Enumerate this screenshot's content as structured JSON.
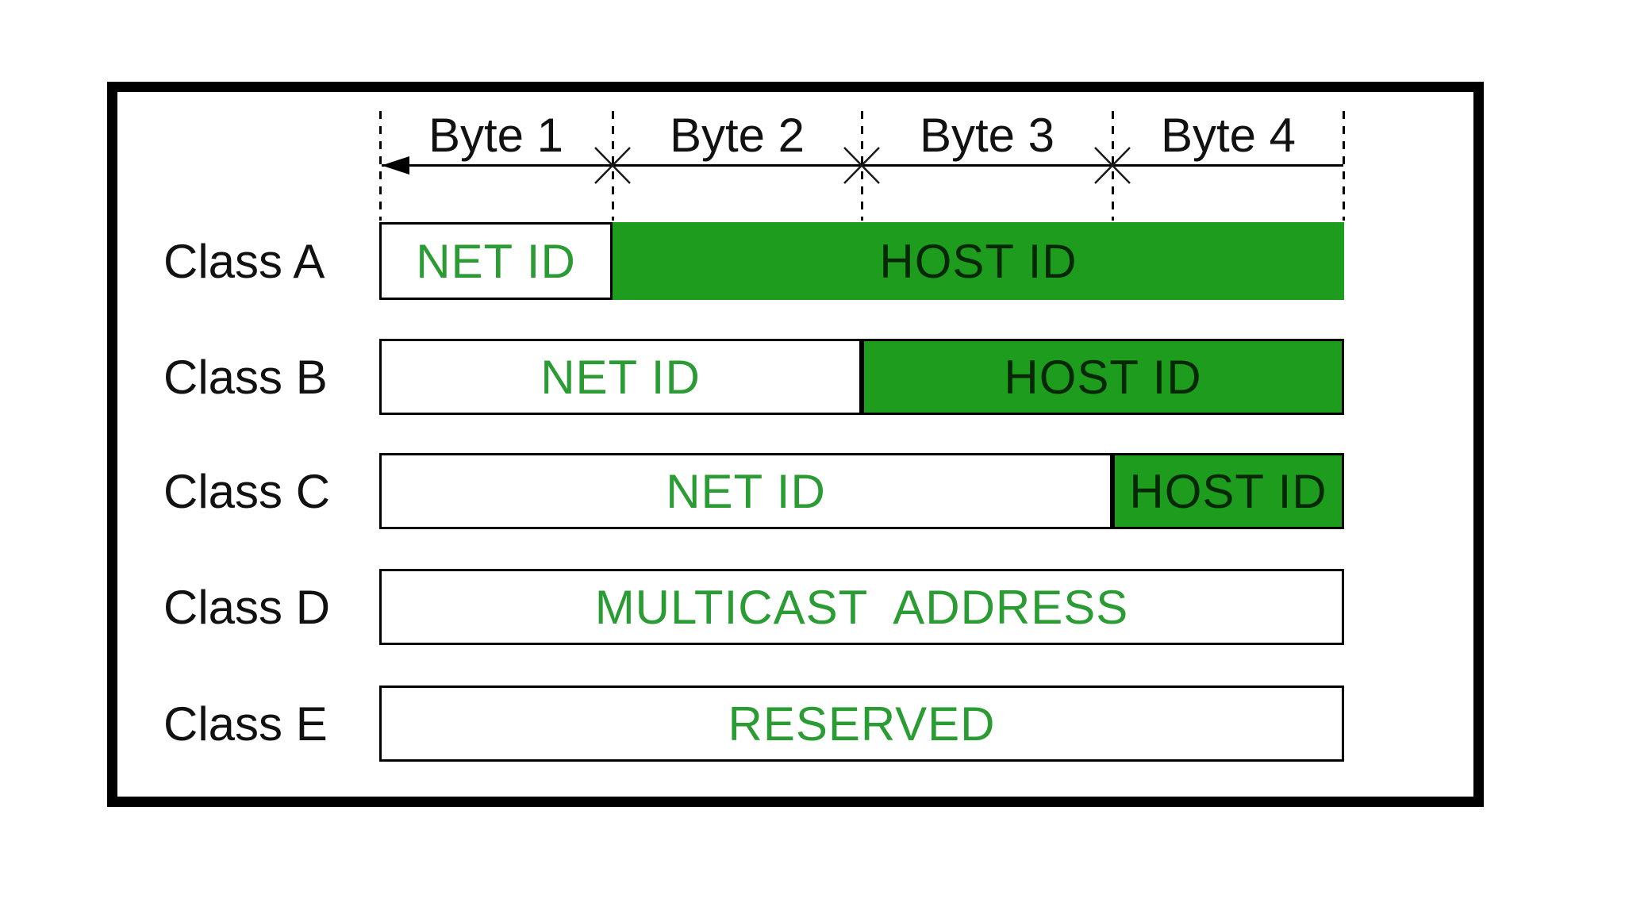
{
  "diagram": {
    "byte_scale": {
      "labels": [
        "Byte 1",
        "Byte 2",
        "Byte 3",
        "Byte 4"
      ]
    },
    "rows": [
      {
        "label": "Class A",
        "segments": [
          {
            "text": "NET ID",
            "role": "net"
          },
          {
            "text": "HOST ID",
            "role": "host"
          }
        ]
      },
      {
        "label": "Class B",
        "segments": [
          {
            "text": "NET ID",
            "role": "net"
          },
          {
            "text": "HOST ID",
            "role": "host"
          }
        ]
      },
      {
        "label": "Class C",
        "segments": [
          {
            "text": "NET ID",
            "role": "net"
          },
          {
            "text": "HOST ID",
            "role": "host"
          }
        ]
      },
      {
        "label": "Class D",
        "segments": [
          {
            "text": "MULTICAST  ADDRESS",
            "role": "multicast"
          }
        ]
      },
      {
        "label": "Class E",
        "segments": [
          {
            "text": "RESERVED",
            "role": "reserved"
          }
        ]
      }
    ],
    "colors": {
      "fill_green": "#1d9c1d",
      "text_green": "#2b9c33",
      "ink": "#000000"
    }
  }
}
